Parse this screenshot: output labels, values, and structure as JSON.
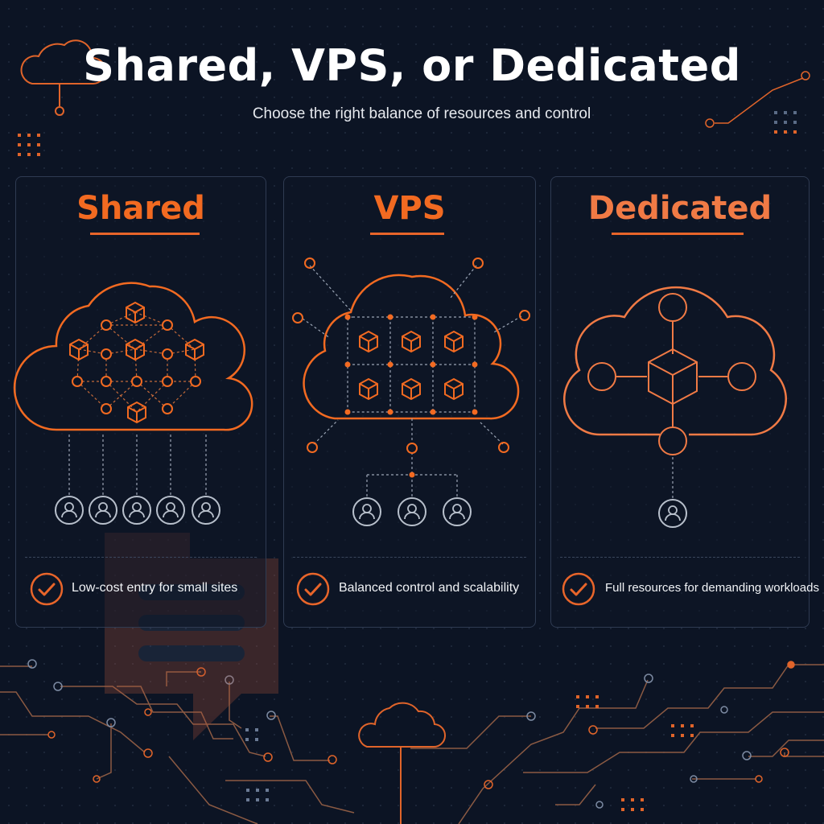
{
  "header": {
    "title": "Shared, VPS, or Dedicated",
    "subtitle": "Choose the right balance of resources and control"
  },
  "cards": [
    {
      "title": "Shared",
      "feature": "Low-cost entry for small sites"
    },
    {
      "title": "VPS",
      "feature": "Balanced control and scalability"
    },
    {
      "title": "Dedicated",
      "feature": "Full resources for demanding workloads"
    }
  ],
  "icons": [
    "cloud-icon",
    "cube-icon",
    "user-icon",
    "check-icon",
    "server-icon"
  ],
  "colors": {
    "background": "#0c1424",
    "accent_orange": "#f26a21",
    "accent_light": "#f07a45",
    "card_border": "#2f3b52",
    "user_gray": "#b8c0cc"
  }
}
